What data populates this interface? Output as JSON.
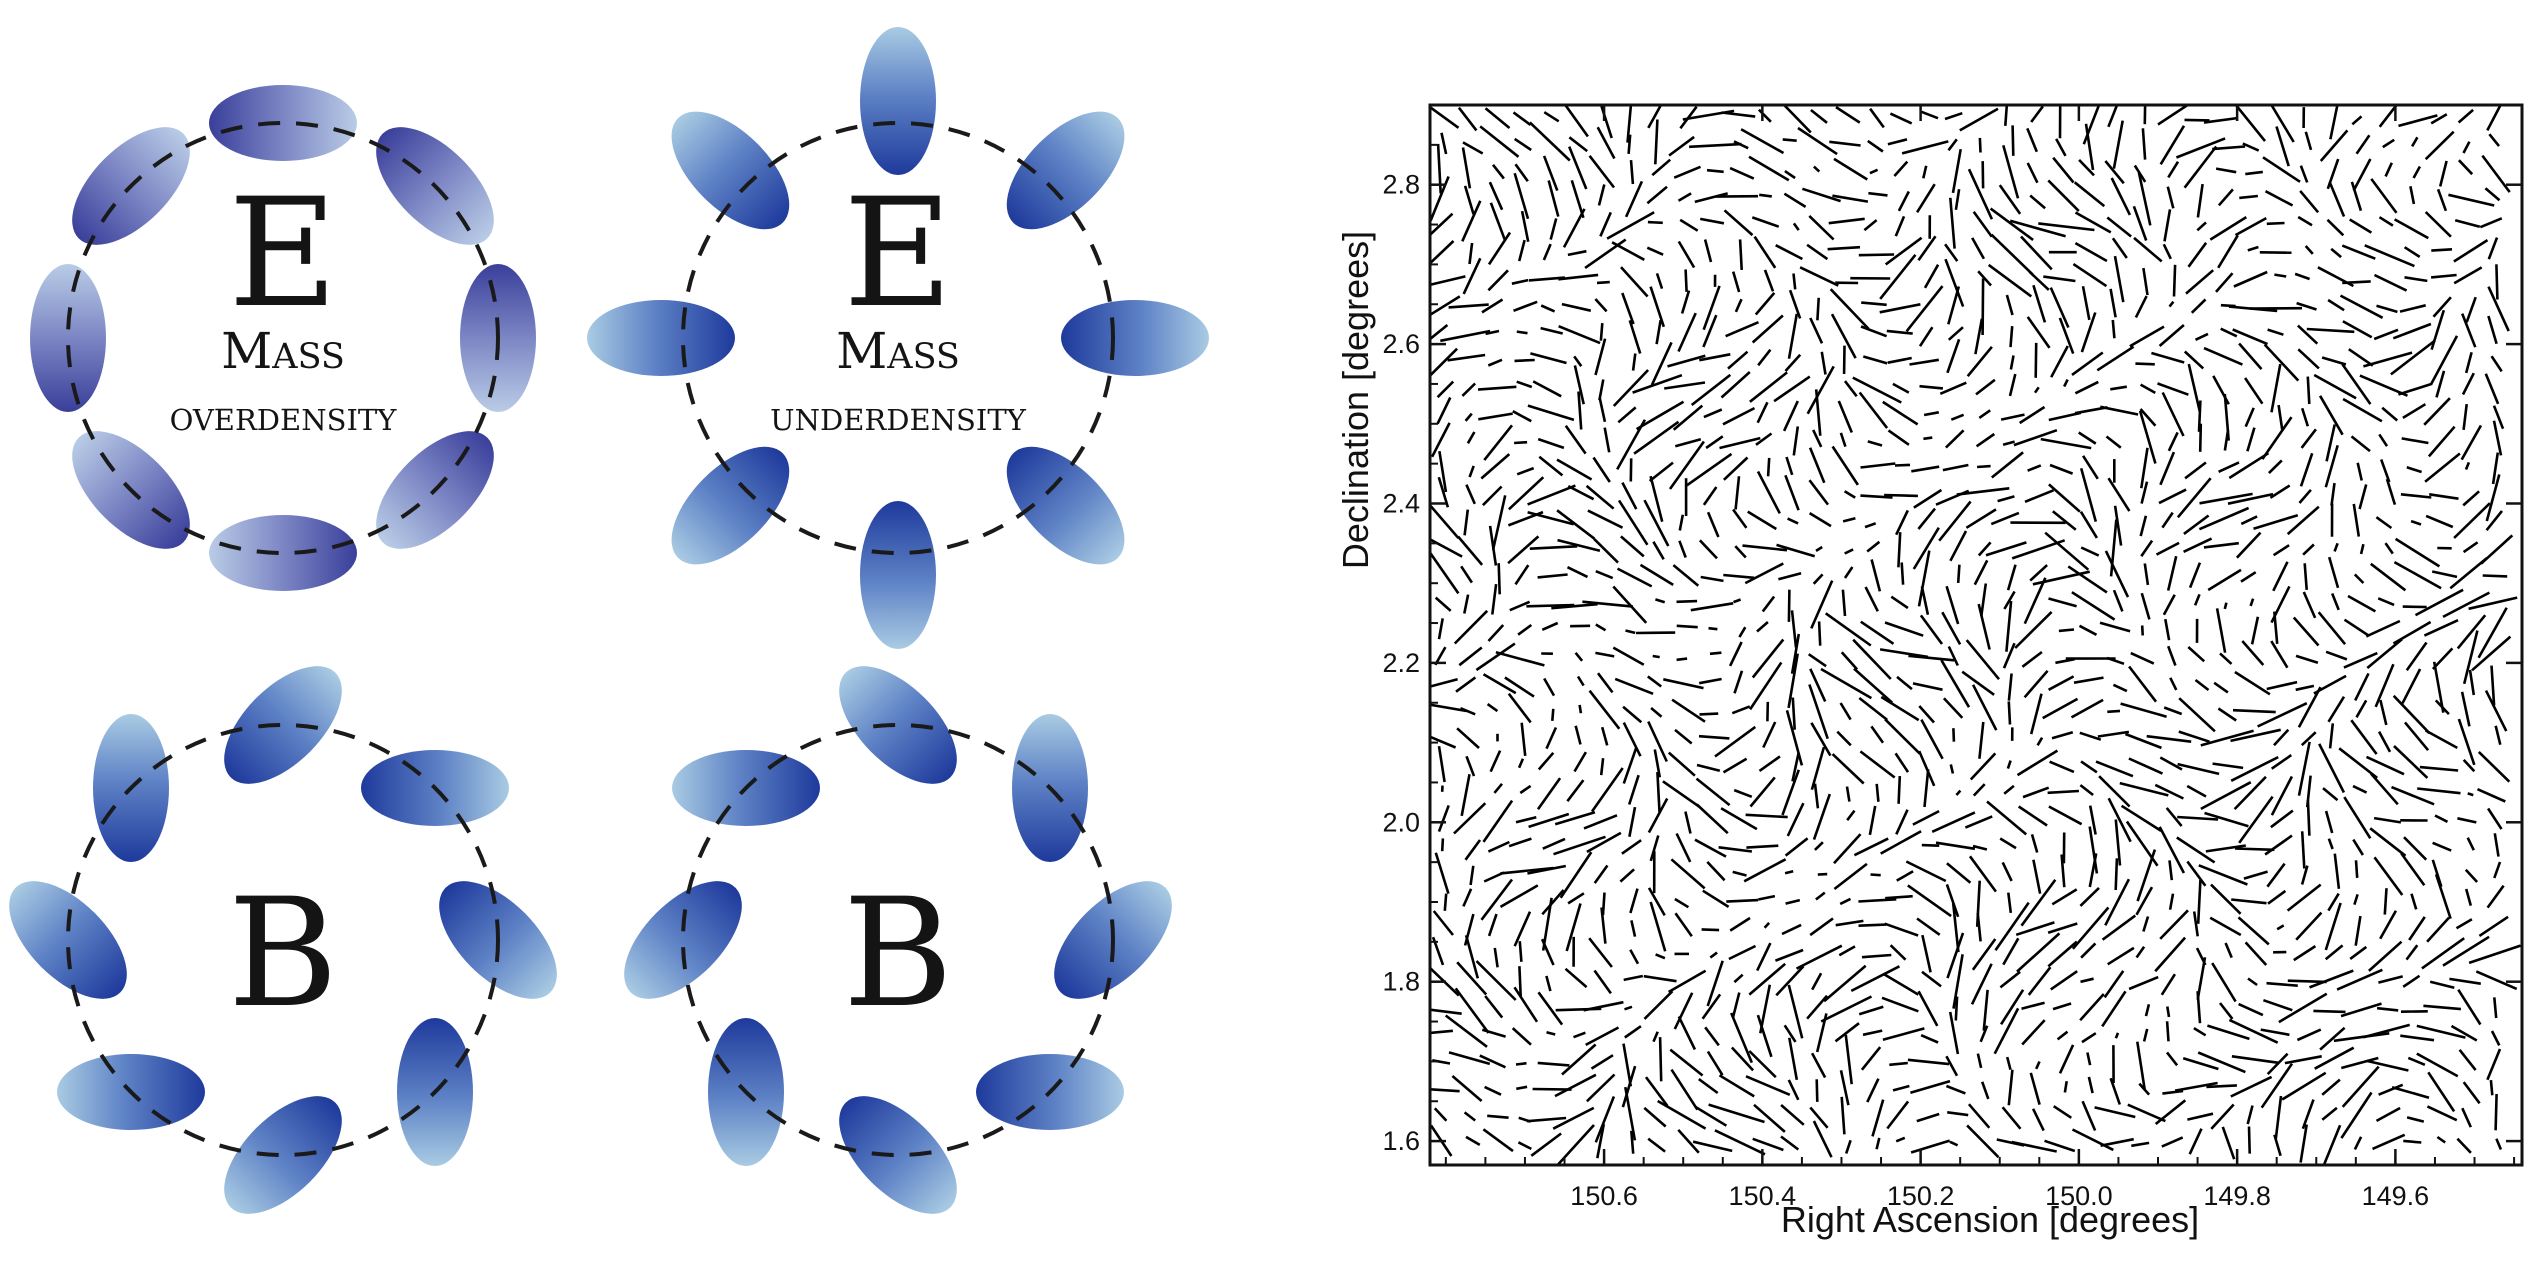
{
  "colors": {
    "ellipse_dark": "#1e3a9c",
    "ellipse_light": "#a9cbe3",
    "ellipse_mid": "#5f83c6",
    "ink": "#111111"
  },
  "diagram": {
    "panels": [
      {
        "id": "e-over",
        "letter": "E",
        "line1": "Mass",
        "line2": "overdensity",
        "pattern": "tangential"
      },
      {
        "id": "e-under",
        "letter": "E",
        "line1": "Mass",
        "line2": "underdensity",
        "pattern": "radial"
      },
      {
        "id": "b-left",
        "letter": "B",
        "line1": "",
        "line2": "",
        "pattern": "curl-left"
      },
      {
        "id": "b-right",
        "letter": "B",
        "line1": "",
        "line2": "",
        "pattern": "curl-right"
      }
    ]
  },
  "chart_data": {
    "type": "scatter",
    "title": "",
    "xlabel": "Right Ascension [degrees]",
    "ylabel": "Declination [degrees]",
    "xlim": [
      150.82,
      149.44
    ],
    "ylim": [
      1.57,
      2.9
    ],
    "x_axis_reversed": true,
    "xticks": [
      "150.6",
      "150.4",
      "150.2",
      "150.0",
      "149.8",
      "149.6"
    ],
    "yticks": [
      "1.6",
      "1.8",
      "2.0",
      "2.2",
      "2.4",
      "2.6",
      "2.8"
    ],
    "grid": false,
    "legend": "none",
    "marker": "shear-whisker"
  }
}
